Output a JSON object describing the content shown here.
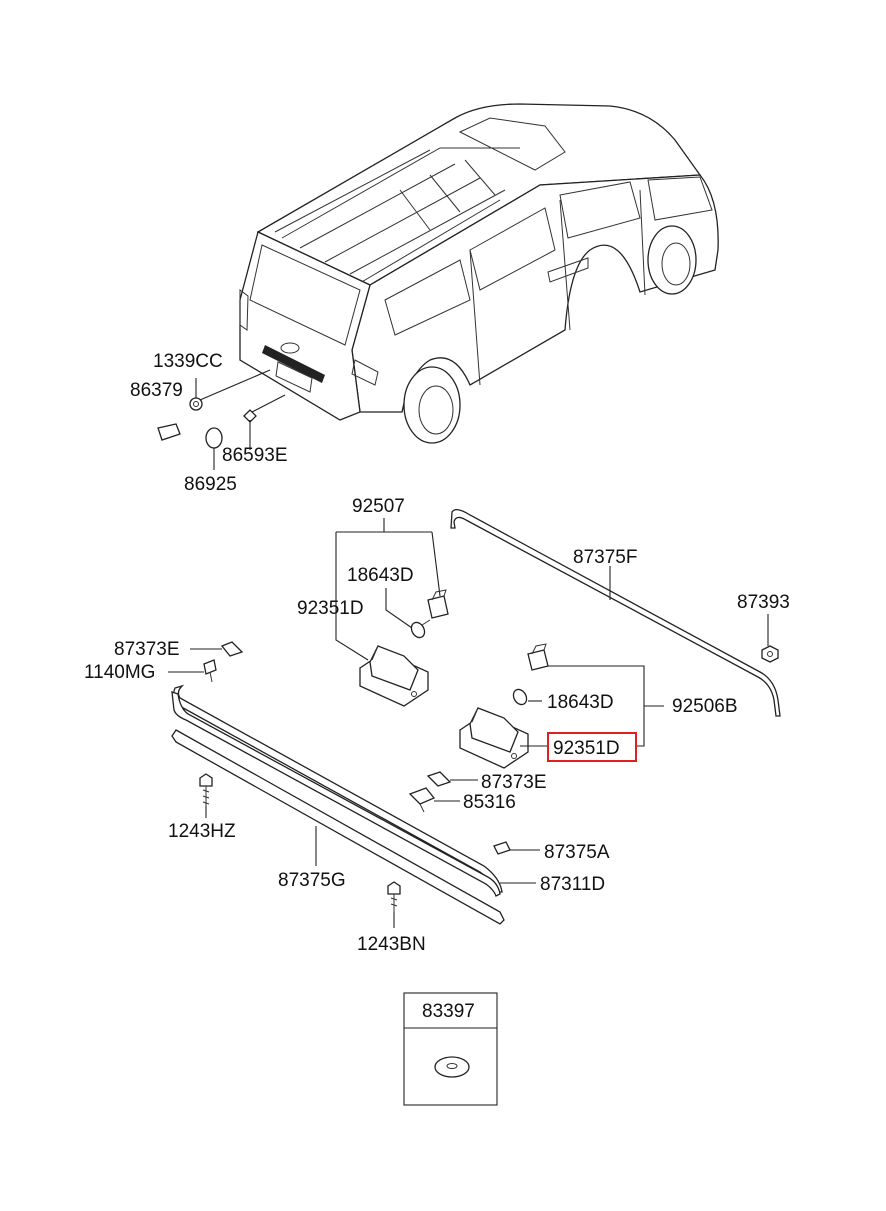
{
  "diagram": {
    "highlight_color": "#e02020",
    "labels": {
      "p1339CC": "1339CC",
      "p86379": "86379",
      "p86593E": "86593E",
      "p86925": "86925",
      "p92507": "92507",
      "p18643D_a": "18643D",
      "p92351D_a": "92351D",
      "p87375F": "87375F",
      "p87393": "87393",
      "p87373E_a": "87373E",
      "p1140MG": "1140MG",
      "p18643D_b": "18643D",
      "p92506B": "92506B",
      "p92351D_b": "92351D",
      "p87373E_b": "87373E",
      "p85316": "85316",
      "p1243HZ": "1243HZ",
      "p87375A": "87375A",
      "p87375G": "87375G",
      "p87311D": "87311D",
      "p1243BN": "1243BN",
      "p83397": "83397"
    },
    "highlighted_part": "92351D",
    "icons": [
      "van-illustration",
      "license-lamp-icon",
      "bulb-icon",
      "socket-icon",
      "screw-icon",
      "clip-icon",
      "garnish-strip-icon",
      "washer-icon"
    ]
  }
}
